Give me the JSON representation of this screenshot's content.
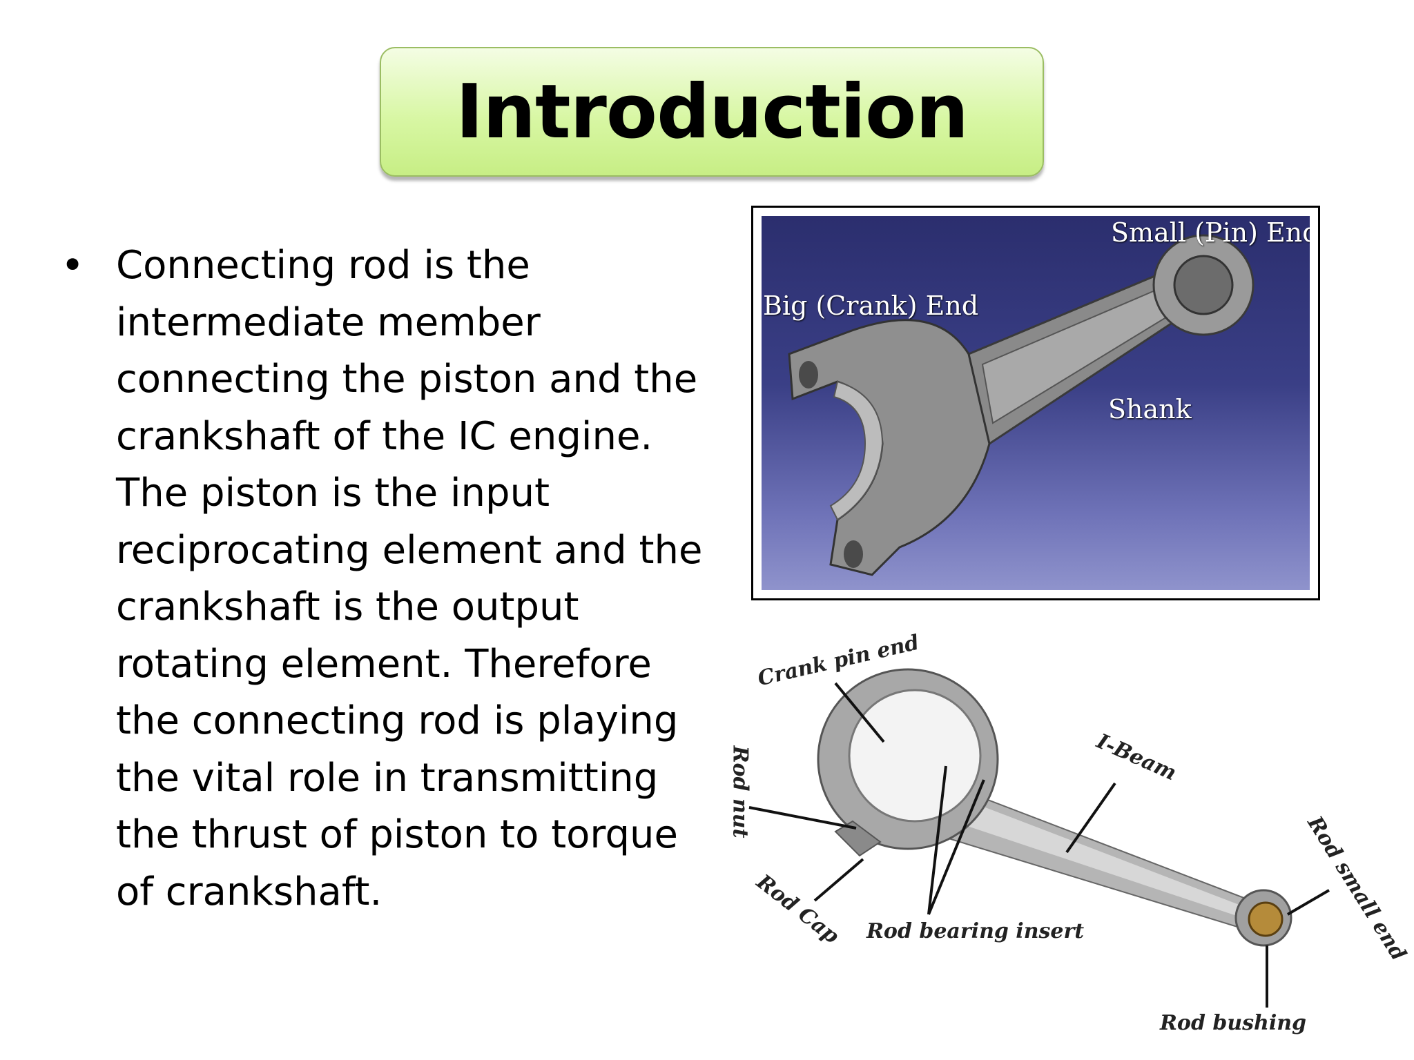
{
  "slide": {
    "title": "Introduction",
    "bullet_symbol": "•",
    "body": "Connecting rod is the\nintermediate member\nconnecting the piston and the\ncrankshaft of the IC engine.\nThe piston is the input\nreciprocating element and the\ncrankshaft is the output\nrotating element. Therefore\nthe connecting rod is playing\nthe vital role in transmitting\nthe thrust of piston to torque\nof crankshaft."
  },
  "figure_top": {
    "labels": {
      "small_end": "Small (Pin) End",
      "big_end": "Big (Crank) End",
      "shank": "Shank"
    }
  },
  "figure_bottom": {
    "labels": {
      "crank_pin_end": "Crank pin end",
      "i_beam": "I-Beam",
      "rod_nut": "Rod nut",
      "rod_small_end": "Rod small end",
      "rod_cap": "Rod Cap",
      "rod_bearing_insert": "Rod bearing insert",
      "rod_bushing": "Rod bushing"
    }
  }
}
